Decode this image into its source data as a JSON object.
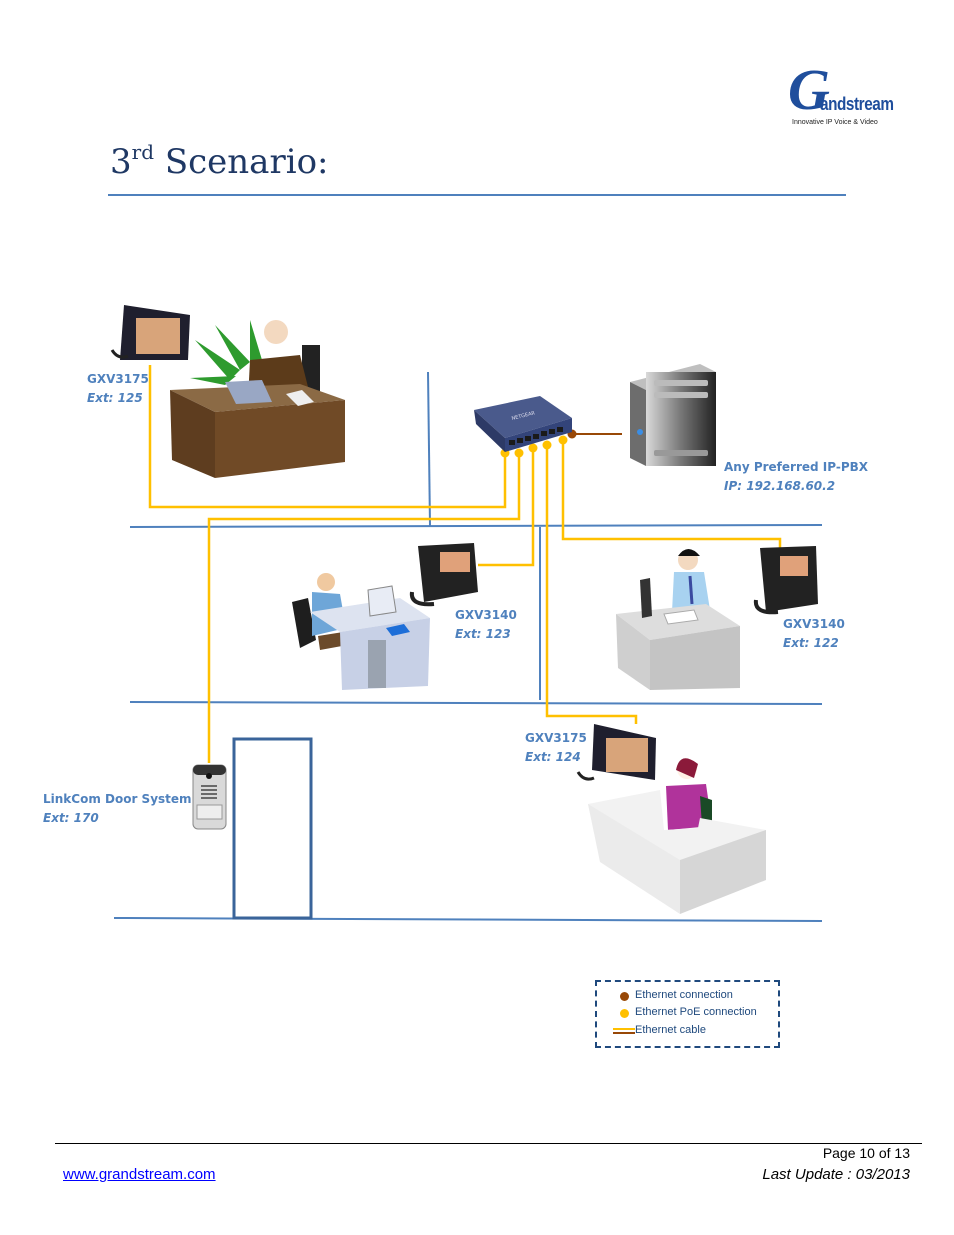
{
  "header": {
    "logo_mark": "G",
    "logo_word": "andstream",
    "logo_tagline": "Innovative IP Voice & Video",
    "title_prefix": "3",
    "title_sup": "rd",
    "title_text": " Scenario:"
  },
  "diagram": {
    "devices": [
      {
        "id": "gxv3175-125",
        "model": "GXV3175",
        "ext": "Ext: 125"
      },
      {
        "id": "ip-pbx",
        "model": "Any Preferred IP-PBX",
        "ext": "IP: 192.168.60.2"
      },
      {
        "id": "gxv3140-123",
        "model": "GXV3140",
        "ext": "Ext: 123"
      },
      {
        "id": "gxv3140-122",
        "model": "GXV3140",
        "ext": "Ext: 122"
      },
      {
        "id": "gxv3175-124",
        "model": "GXV3175",
        "ext": "Ext: 124"
      },
      {
        "id": "door-system",
        "model": "LinkCom Door System",
        "ext": "Ext: 170"
      }
    ],
    "switch_label": "NETGEAR",
    "colors": {
      "poe": "#ffc000",
      "ethernet": "#984807",
      "wall": "#4f81bd",
      "door": "#1f497d",
      "label": "#4f81bd"
    }
  },
  "legend": {
    "items": [
      {
        "label": "Ethernet connection"
      },
      {
        "label": "Ethernet PoE connection"
      },
      {
        "label": "Ethernet cable"
      }
    ]
  },
  "footer": {
    "page": "Page 10 of 13",
    "last_update": "Last Update : 03/2013",
    "website": "www.grandstream.com"
  }
}
